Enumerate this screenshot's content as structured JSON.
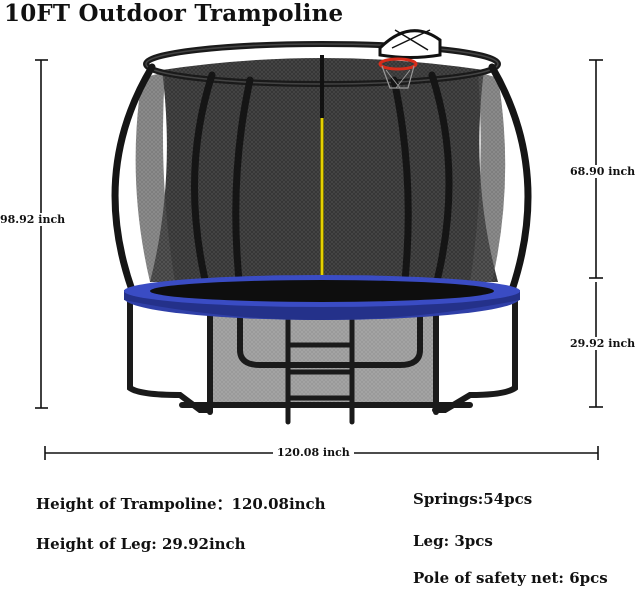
{
  "title": "10FT Outdoor Trampoline",
  "dimensions": {
    "total_height": "98.92 inch",
    "net_height": "68.90 inch",
    "leg_height": "29.92 inch",
    "diameter": "120.08 inch"
  },
  "specs": {
    "left": [
      "Height of Trampoline：120.08inch",
      "Height of Leg: 29.92inch"
    ],
    "right": [
      "Springs:54pcs",
      "Leg: 3pcs",
      "Pole of safety net: 6pcs"
    ]
  },
  "colors": {
    "pad": "#2f3fa8",
    "frame": "#1a1a1a",
    "net": "#3a3a3a",
    "zipper": "#e6d200"
  }
}
